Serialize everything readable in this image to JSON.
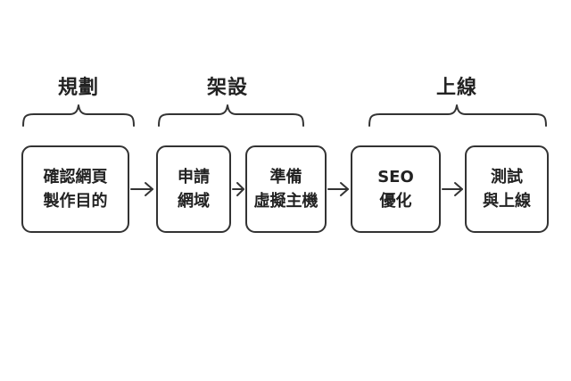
{
  "phases": [
    {
      "label": "規劃"
    },
    {
      "label": "架設"
    },
    {
      "label": "上線"
    }
  ],
  "steps": [
    {
      "lines": [
        "確認網頁",
        "製作目的"
      ]
    },
    {
      "lines": [
        "申請",
        "網域"
      ]
    },
    {
      "lines": [
        "準備",
        "虛擬主機"
      ]
    },
    {
      "lines": [
        "SEO",
        "優化"
      ]
    },
    {
      "lines": [
        "測試",
        "與上線"
      ]
    }
  ],
  "colors": {
    "stroke": "#333333",
    "text": "#222222",
    "background": "#ffffff"
  }
}
